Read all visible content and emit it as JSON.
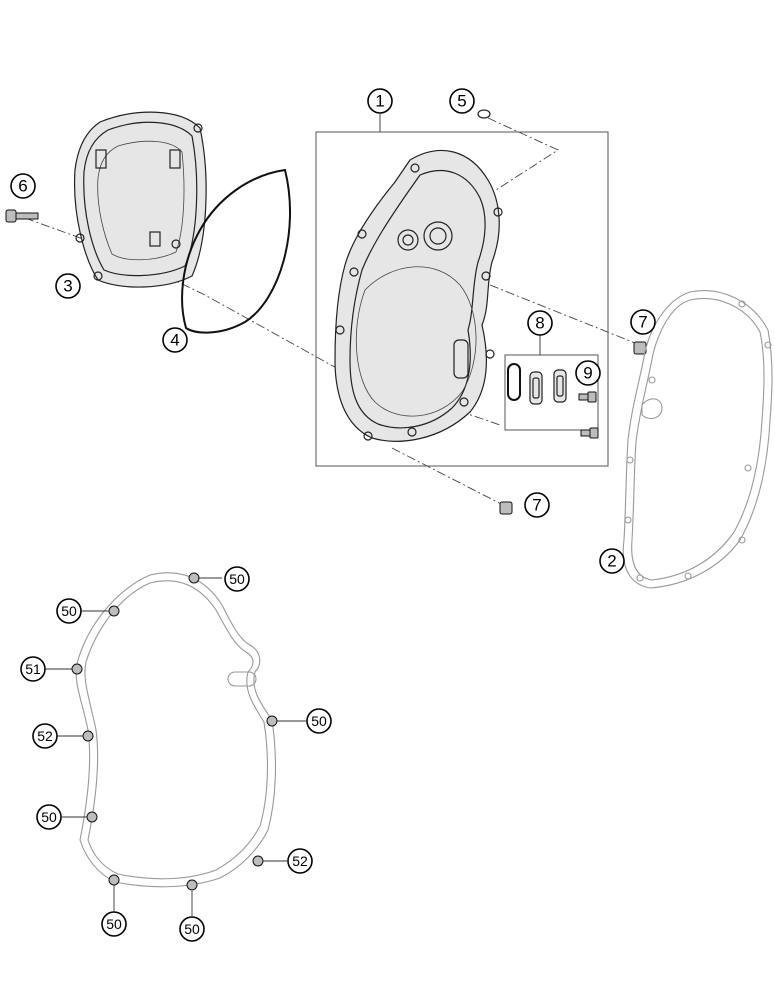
{
  "callouts": {
    "c1": "1",
    "c2": "2",
    "c3": "3",
    "c4": "4",
    "c5": "5",
    "c6": "6",
    "c7a": "7",
    "c7b": "7",
    "c8": "8",
    "c9": "9",
    "g1": "50",
    "g2": "50",
    "g3": "51",
    "g4": "50",
    "g5": "52",
    "g6": "50",
    "g7": "52",
    "g8": "50",
    "g9": "50"
  }
}
